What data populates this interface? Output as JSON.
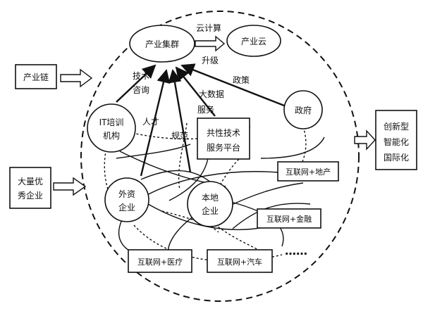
{
  "diagram": {
    "core": {
      "industry_cluster": "产业集群",
      "industry_cloud": "产业云",
      "cloud_computing": "云计算",
      "upgrade": "升级"
    },
    "inputs": {
      "industry_chain": "产业链",
      "large_enterprises": [
        "大量优",
        "秀企业"
      ]
    },
    "output": [
      "创新型",
      "智能化",
      "国际化"
    ],
    "actors": {
      "it_training": [
        "IT培训",
        "机构"
      ],
      "government": "政府",
      "common_platform": [
        "共性技术",
        "服务平台"
      ],
      "foreign_enterprise": [
        "外资",
        "企业"
      ],
      "local_enterprise": [
        "本地",
        "企业"
      ]
    },
    "edge_labels": {
      "tech_consulting": [
        "技术",
        "咨询"
      ],
      "talent": "人才",
      "standard": "规范",
      "big_data_service": [
        "大数据",
        "服务"
      ],
      "policy": "政策"
    },
    "internet_plus": {
      "real_estate": "互联网+地产",
      "finance": "互联网+金融",
      "medical": "互联网+医疗",
      "automobile": "互联网+汽车"
    },
    "more": "……"
  }
}
